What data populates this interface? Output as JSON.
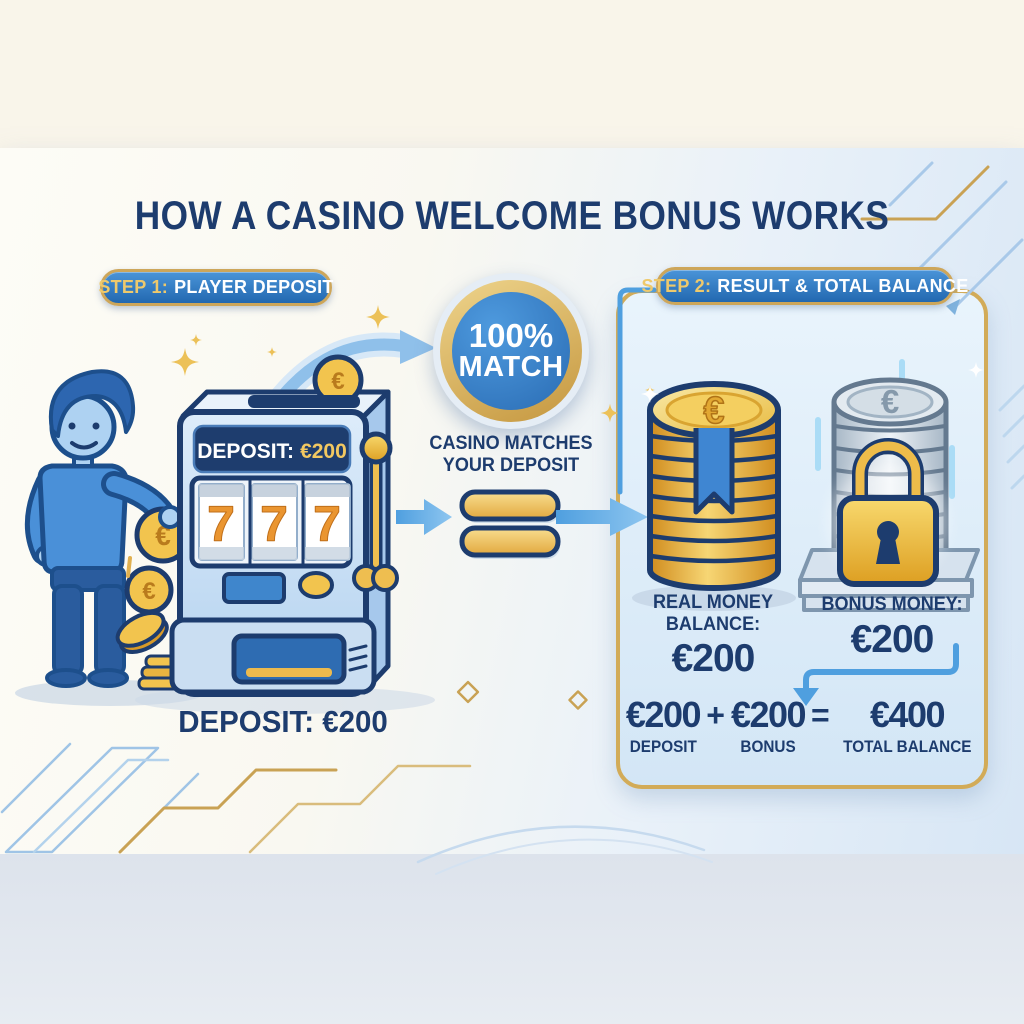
{
  "title": "HOW A CASINO WELCOME BONUS WORKS",
  "currency": "€",
  "step1": {
    "banner_prefix": "STEP 1:",
    "banner_title": "PLAYER DEPOSIT",
    "screen_label": "DEPOSIT:",
    "screen_value": "€200",
    "reels": [
      "7",
      "7",
      "7"
    ],
    "caption": "DEPOSIT: €200"
  },
  "match": {
    "badge_line1": "100%",
    "badge_line2": "MATCH",
    "caption_line1": "CASINO MATCHES",
    "caption_line2": "YOUR DEPOSIT"
  },
  "step2": {
    "banner_prefix": "STEP 2:",
    "banner_title": "RESULT & TOTAL BALANCE",
    "real_money": {
      "label_line1": "REAL MONEY",
      "label_line2": "BALANCE:",
      "value": "€200"
    },
    "bonus_money": {
      "label": "BONUS MONEY:",
      "value": "€200"
    },
    "formula": {
      "deposit_value": "€200",
      "plus_sign": "+",
      "bonus_value": "€200",
      "equals_sign": "=",
      "total_value": "€400",
      "deposit_label": "DEPOSIT",
      "bonus_label": "BONUS",
      "total_label": "TOTAL BALANCE"
    }
  },
  "colors": {
    "navy_text": "#1d3c6e",
    "banner_blue": "#2f7cc5",
    "gold_border": "#d2ab58",
    "coin_gold": "#f2c44e",
    "arrow_blue": "#5ea8e2",
    "panel_fill": "#ddeefb"
  }
}
